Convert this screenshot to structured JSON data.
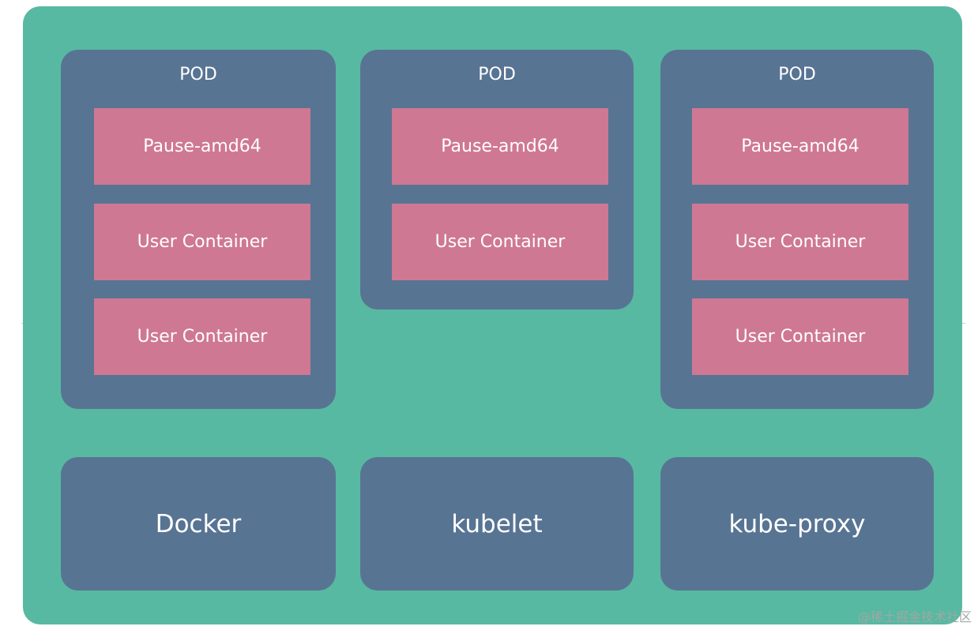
{
  "pods": [
    {
      "title": "POD",
      "containers": [
        "Pause-amd64",
        "User Container",
        "User Container"
      ]
    },
    {
      "title": "POD",
      "containers": [
        "Pause-amd64",
        "User Container"
      ]
    },
    {
      "title": "POD",
      "containers": [
        "Pause-amd64",
        "User Container",
        "User Container"
      ]
    }
  ],
  "components": [
    "Docker",
    "kubelet",
    "kube-proxy"
  ],
  "watermark": "@稀土掘金技术社区",
  "colors": {
    "node_background": "#57b9a1",
    "pod_background": "#587493",
    "container_background": "#cf7893",
    "text": "#ffffff"
  }
}
